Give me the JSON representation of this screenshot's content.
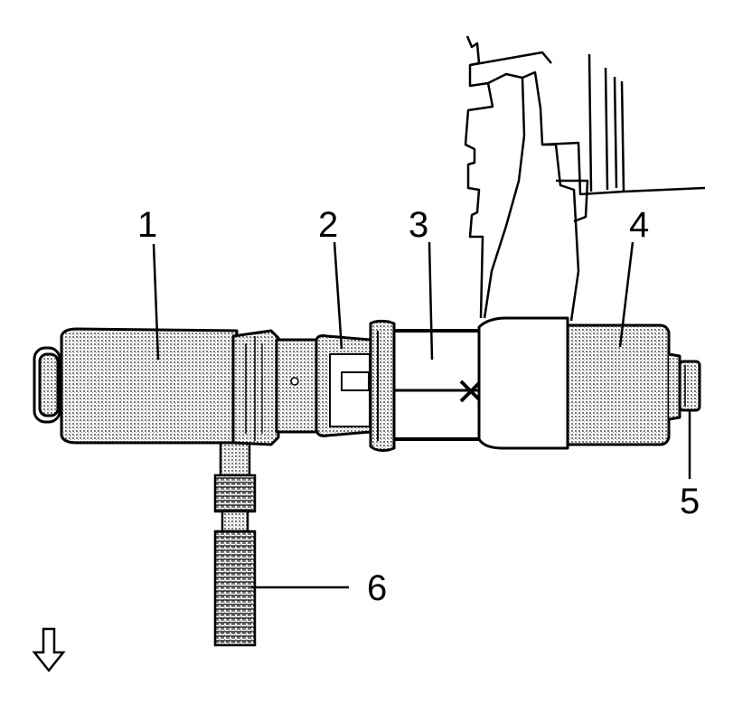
{
  "figure": {
    "callouts": [
      {
        "id": "1",
        "text": "1"
      },
      {
        "id": "2",
        "text": "2"
      },
      {
        "id": "3",
        "text": "3"
      },
      {
        "id": "4",
        "text": "4"
      },
      {
        "id": "5",
        "text": "5"
      },
      {
        "id": "6",
        "text": "6"
      }
    ],
    "direction_indicator": "down-arrow-icon",
    "colors": {
      "ink": "#000000",
      "paper": "#ffffff",
      "stipple": "#8c8c8c"
    }
  }
}
